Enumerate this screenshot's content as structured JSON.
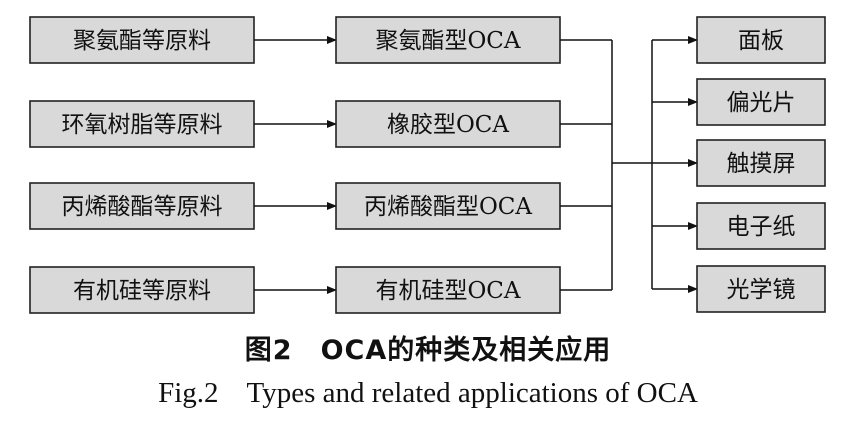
{
  "diagram": {
    "materials": [
      "聚氨酯等原料",
      "环氧树脂等原料",
      "丙烯酸酯等原料",
      "有机硅等原料"
    ],
    "types": [
      "聚氨酯型OCA",
      "橡胶型OCA",
      "丙烯酸酯型OCA",
      "有机硅型OCA"
    ],
    "applications": [
      "面板",
      "偏光片",
      "触摸屏",
      "电子纸",
      "光学镜"
    ]
  },
  "caption": {
    "cn_number": "图2",
    "cn_text": "OCA的种类及相关应用",
    "en_number": "Fig.2",
    "en_text": "Types and related applications of OCA"
  }
}
